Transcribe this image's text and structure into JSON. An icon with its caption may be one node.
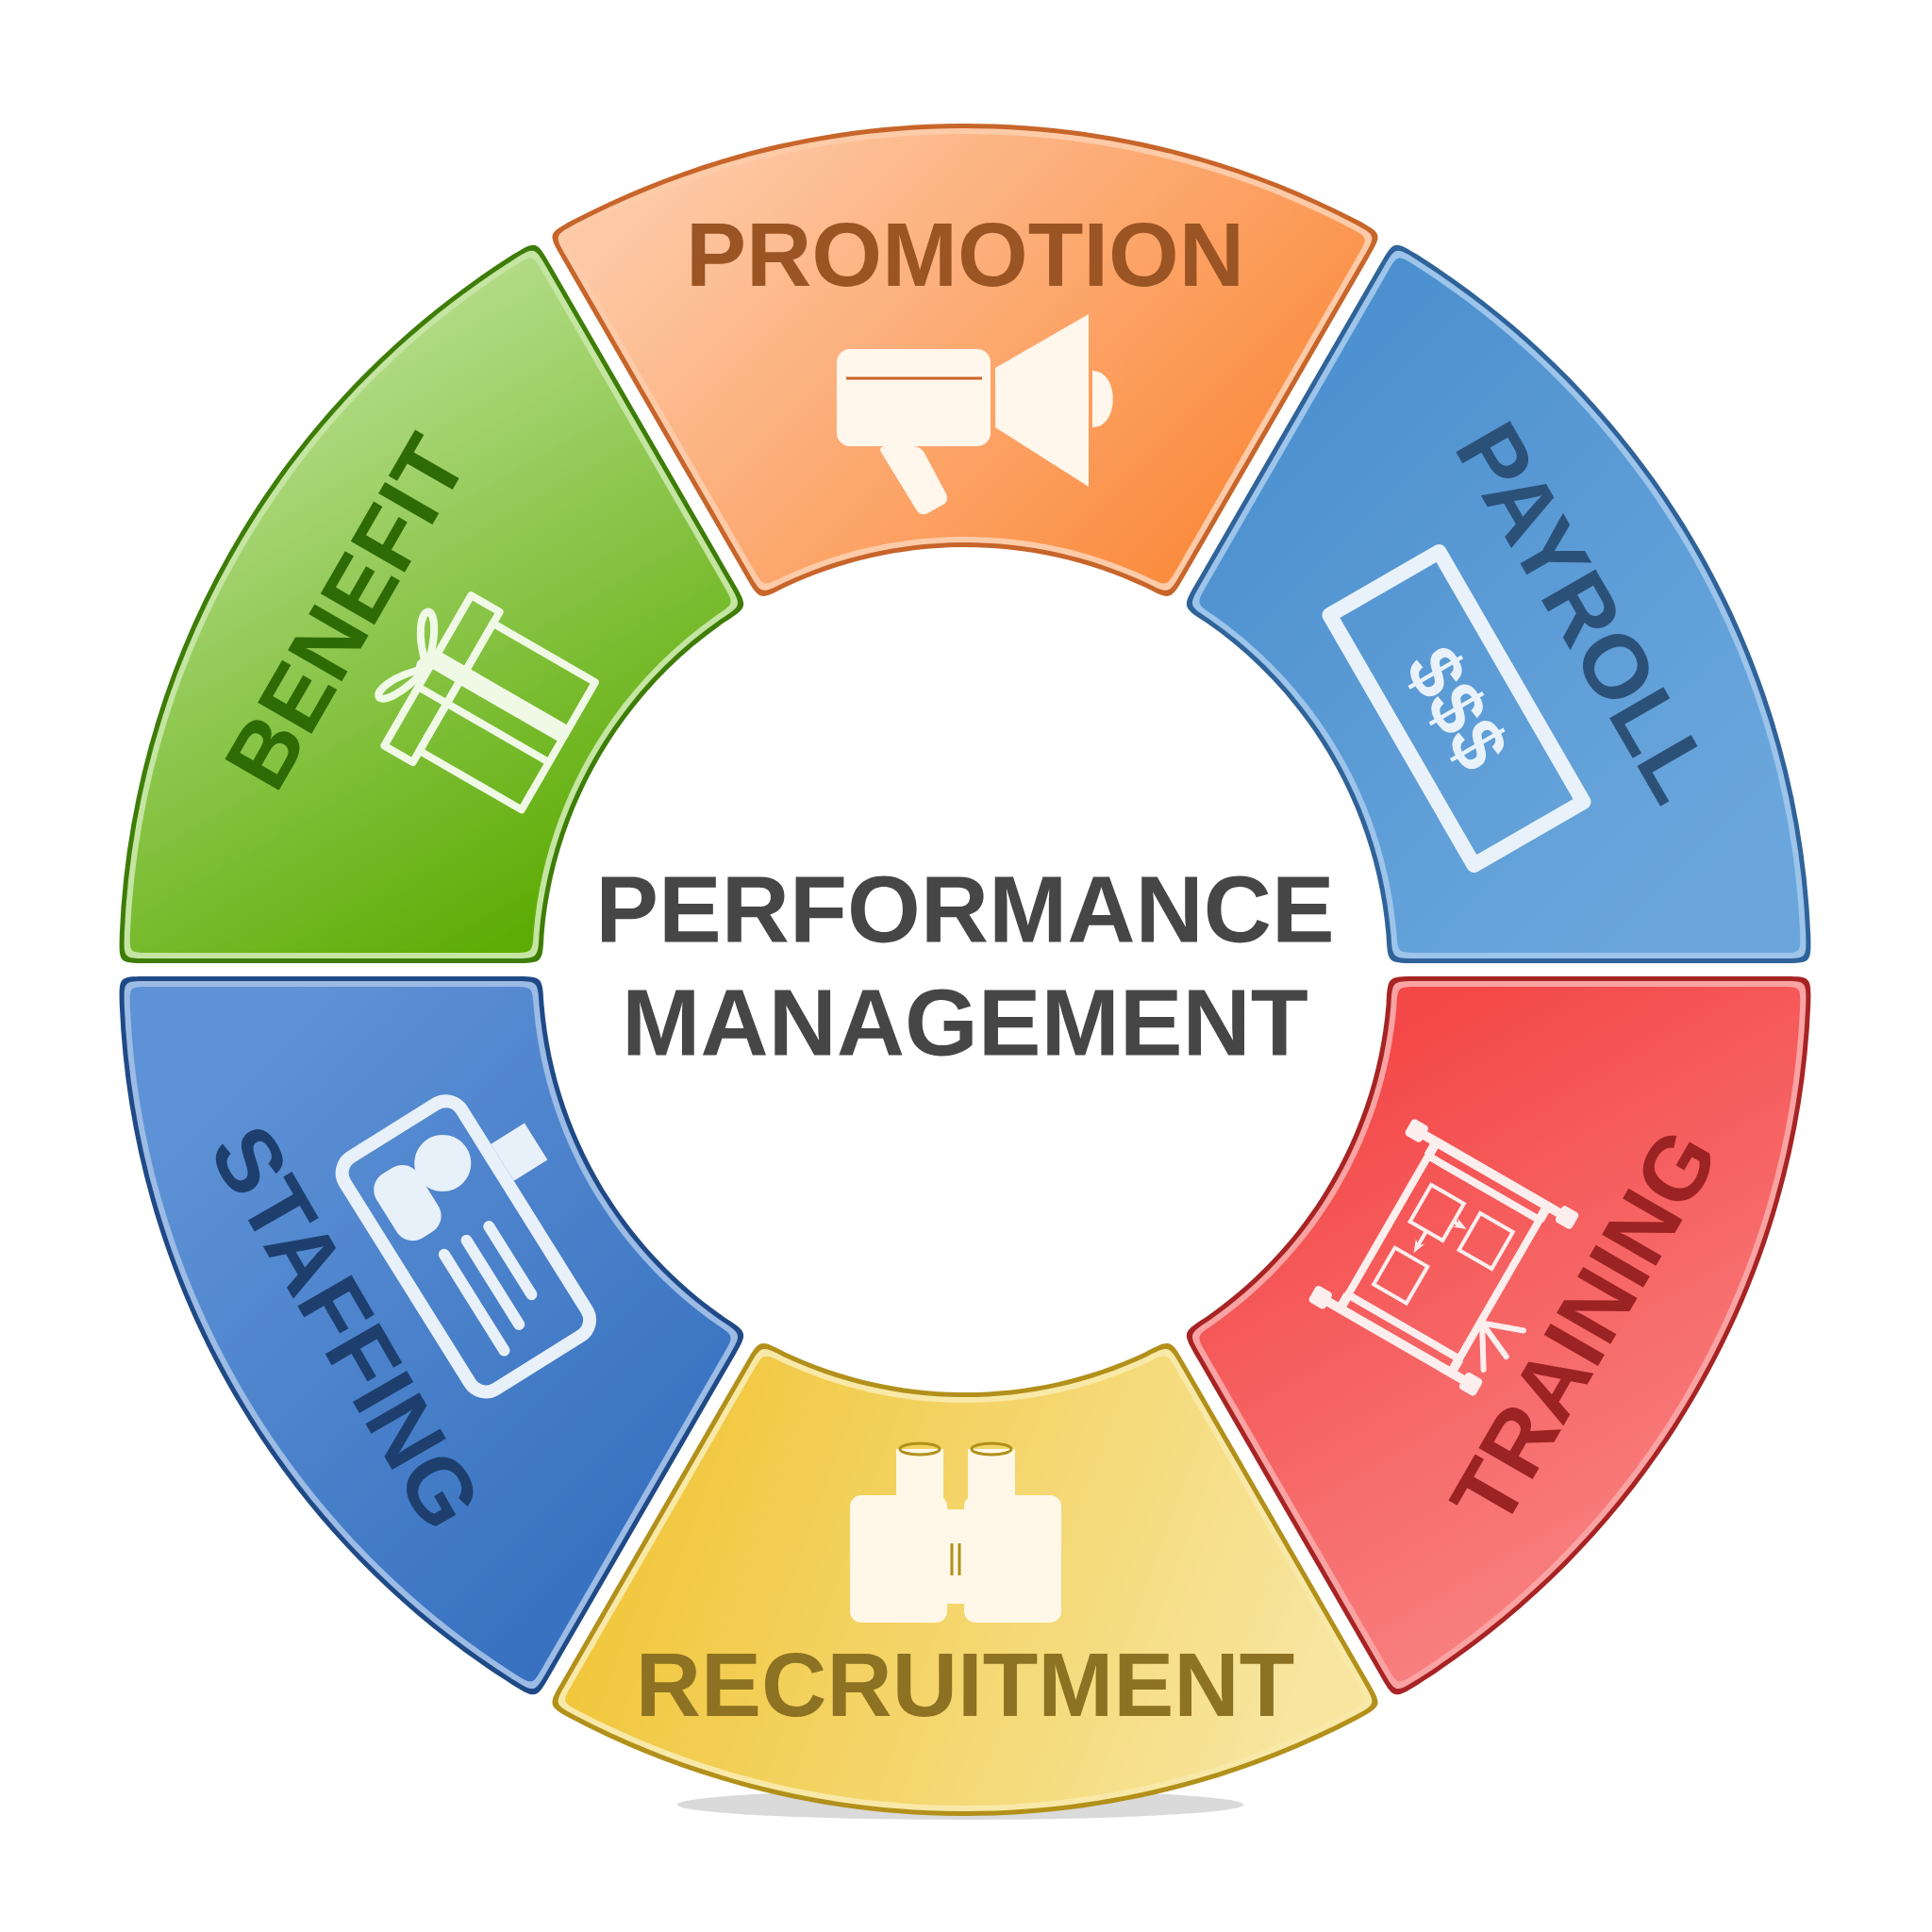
{
  "diagram": {
    "nodes": [
      {
        "text": [
          "PROMOTION"
        ]
      },
      {
        "text": [
          "PAYROLL",
          "$$$"
        ]
      },
      {
        "text": [
          "TRAINING"
        ]
      },
      {
        "text": [
          "RECRUITMENT"
        ]
      },
      {
        "text": [
          "STAFFING"
        ]
      },
      {
        "text": [
          "BENEFIT"
        ]
      },
      {
        "text": [
          "PERFORMANCE MANAGEMENT"
        ]
      }
    ]
  }
}
